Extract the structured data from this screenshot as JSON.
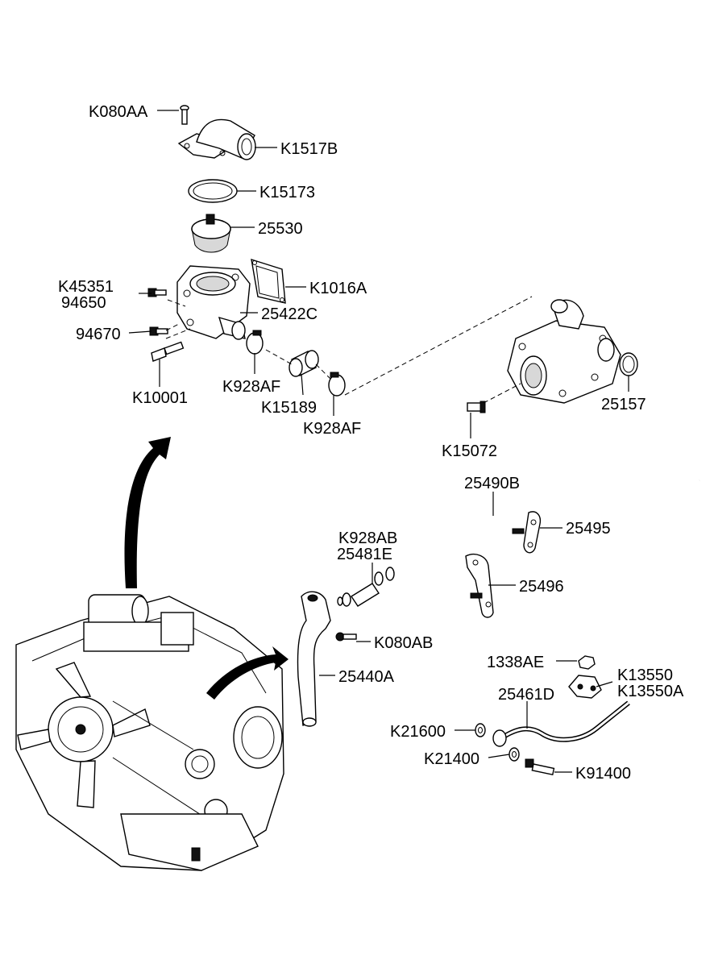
{
  "labels": {
    "k080aa": "K080AA",
    "k1517b": "K1517B",
    "k15173": "K15173",
    "p25530": "25530",
    "k45351": "K45351",
    "p94650": "94650",
    "k1016a": "K1016A",
    "p25422c": "25422C",
    "p94670": "94670",
    "k10001": "K10001",
    "k928af_1": "K928AF",
    "k15189": "K15189",
    "k928af_2": "K928AF",
    "p25157": "25157",
    "k15072": "K15072",
    "p25490b": "25490B",
    "p25495": "25495",
    "k928ab": "K928AB",
    "p25481e": "25481E",
    "p25496": "25496",
    "k080ab": "K080AB",
    "p25440a": "25440A",
    "p1338ae": "1338AE",
    "k13550": "K13550",
    "k13550a": "K13550A",
    "p25461d": "25461D",
    "k21600": "K21600",
    "k21400": "K21400",
    "k91400": "K91400"
  },
  "colors": {
    "ink": "#000000",
    "background": "#ffffff",
    "shade": "#d8d8d8"
  }
}
